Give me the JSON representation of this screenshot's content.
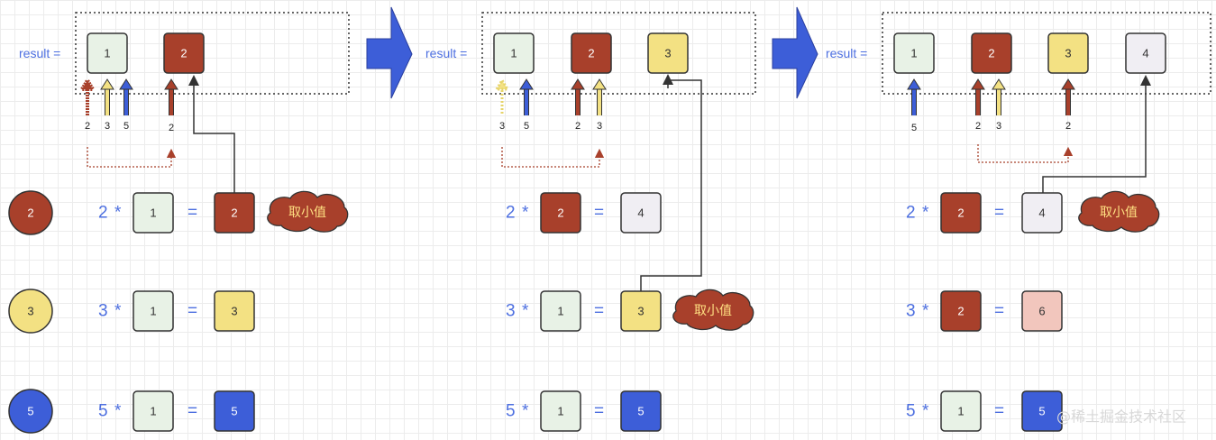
{
  "colors": {
    "c1": "#e8f2e6",
    "c2": "#a8402b",
    "c3": "#f3e183",
    "c4": "#f0eef3",
    "c5": "#3d5ed8",
    "c6": "#f2c6bd",
    "text_blue": "#4d6fe0"
  },
  "result_label": "result =",
  "cloud_label": "取小值",
  "watermark": "@稀土掘金技术社区",
  "primes": [
    "2",
    "3",
    "5"
  ],
  "panels": [
    {
      "result": [
        "1",
        "2"
      ],
      "pointers": [
        "2",
        "3",
        "5",
        "2"
      ],
      "rows": [
        {
          "prime": "2",
          "op": "*",
          "base": "1",
          "eq": "=",
          "product": "2"
        },
        {
          "prime": "3",
          "op": "*",
          "base": "1",
          "eq": "=",
          "product": "3"
        },
        {
          "prime": "5",
          "op": "*",
          "base": "1",
          "eq": "=",
          "product": "5"
        }
      ]
    },
    {
      "result": [
        "1",
        "2",
        "3"
      ],
      "pointers": [
        "3",
        "5",
        "2",
        "3"
      ],
      "rows": [
        {
          "prime": "2",
          "op": "*",
          "base": "2",
          "eq": "=",
          "product": "4"
        },
        {
          "prime": "3",
          "op": "*",
          "base": "1",
          "eq": "=",
          "product": "3"
        },
        {
          "prime": "5",
          "op": "*",
          "base": "1",
          "eq": "=",
          "product": "5"
        }
      ]
    },
    {
      "result": [
        "1",
        "2",
        "3",
        "4"
      ],
      "pointers": [
        "5",
        "2",
        "3",
        "2"
      ],
      "rows": [
        {
          "prime": "2",
          "op": "*",
          "base": "2",
          "eq": "=",
          "product": "4"
        },
        {
          "prime": "3",
          "op": "*",
          "base": "2",
          "eq": "=",
          "product": "6"
        },
        {
          "prime": "5",
          "op": "*",
          "base": "1",
          "eq": "=",
          "product": "5"
        }
      ]
    }
  ]
}
